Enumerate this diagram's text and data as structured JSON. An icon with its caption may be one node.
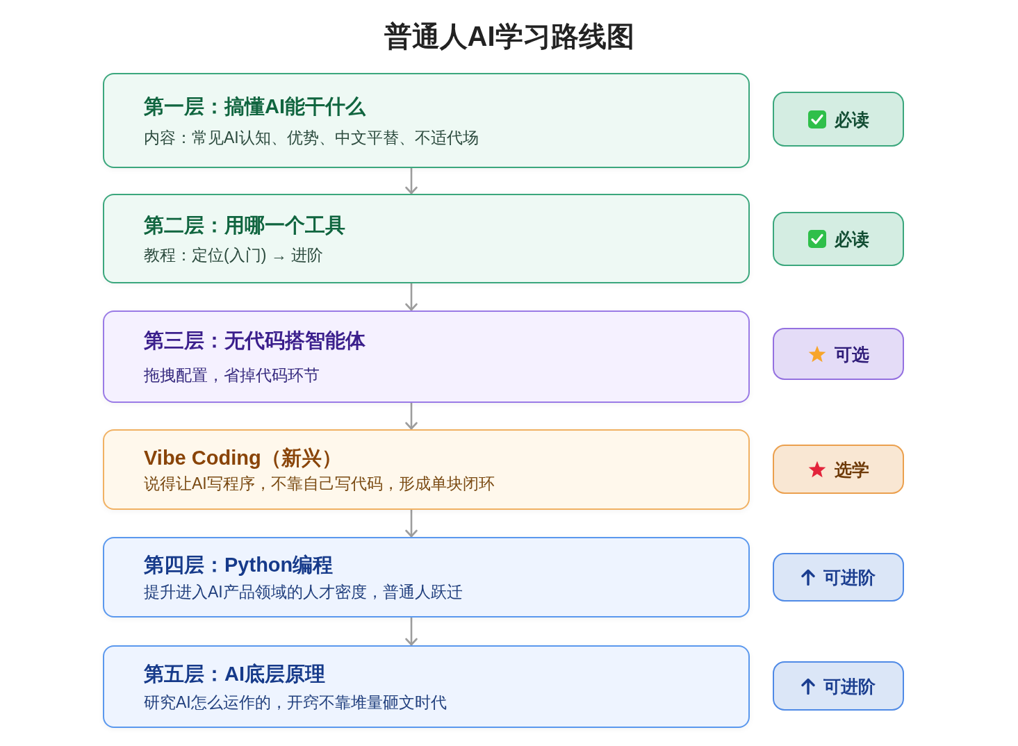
{
  "diagram": {
    "title": "普通人AI学习路线图",
    "nodes": [
      {
        "text": [
          "第一层：搞懂AI能干什么",
          "内容：常见AI认知、优势、中文平替、不适代场"
        ]
      },
      {
        "text": [
          "必读"
        ]
      },
      {
        "text": [
          "第二层：用哪一个工具",
          "教程：定位(入门) → 进阶"
        ]
      },
      {
        "text": [
          "必读"
        ]
      },
      {
        "text": [
          "第三层：无代码搭智能体",
          "拖拽配置，省掉代码环节"
        ]
      },
      {
        "text": [
          "可选"
        ]
      },
      {
        "text": [
          "Vibe Coding（新兴）",
          "说得让AI写程序，不靠自己写代码，形成单块闭环"
        ]
      },
      {
        "text": [
          "选学"
        ]
      },
      {
        "text": [
          "第四层：Python编程",
          "提升进入AI产品领域的人才密度，普通人跃迁"
        ]
      },
      {
        "text": [
          "可进阶"
        ]
      },
      {
        "text": [
          "第五层：AI底层原理",
          "研究AI怎么运作的，开窍不靠堆量砸文时代"
        ]
      },
      {
        "text": [
          "可进阶"
        ]
      }
    ],
    "edges": [
      {
        "from": 0,
        "to": 2,
        "arrow": "to"
      },
      {
        "from": 2,
        "to": 4,
        "arrow": "to"
      },
      {
        "from": 4,
        "to": 6,
        "arrow": "to"
      },
      {
        "from": 6,
        "to": 8,
        "arrow": "to"
      },
      {
        "from": 8,
        "to": 10,
        "arrow": "to"
      }
    ]
  }
}
